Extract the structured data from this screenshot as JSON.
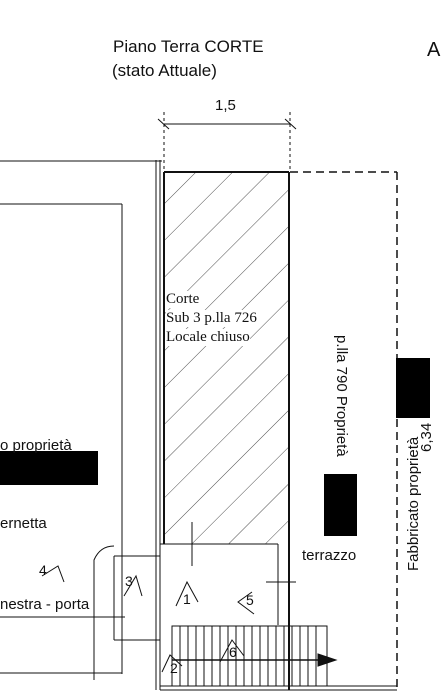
{
  "title": {
    "line1": "Piano Terra CORTE",
    "line2": "(stato Attuale)",
    "right_fragment": "A"
  },
  "dimensions": {
    "width": "1,5",
    "height": "6,34"
  },
  "corte_label": {
    "line1": "Corte",
    "line2": "Sub 3 p.lla 726",
    "line3": "Locale chiuso"
  },
  "labels": {
    "plla_790": "p.lla 790 Proprietà",
    "fabbricato": "Fabbricato proprietà",
    "terrazzo": "terrazzo",
    "left_proprieta": "o proprietà",
    "left_ernetta": "ernetta",
    "left_finestra": "nestra - porta"
  },
  "photo_points": [
    "1",
    "2",
    "3",
    "4",
    "5",
    "6"
  ]
}
